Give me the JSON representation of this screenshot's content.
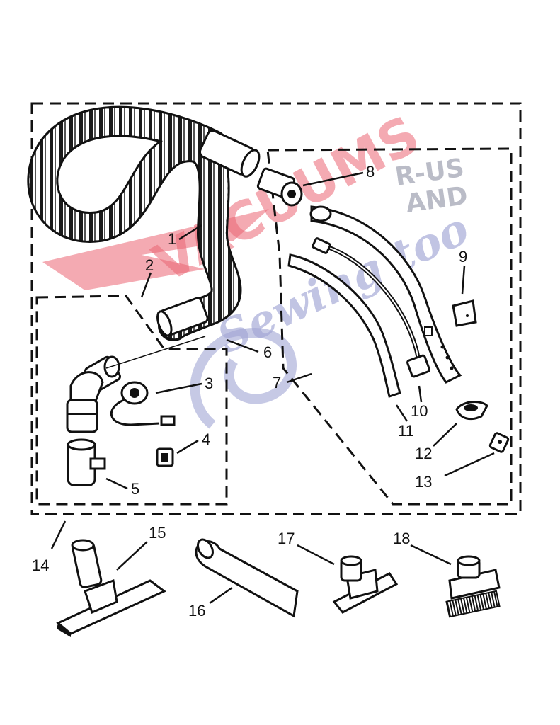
{
  "watermark": {
    "brand": "VACUUMS",
    "suffix_top": "R-US",
    "suffix_bottom": "AND",
    "script_text": "Sewing too",
    "colors": {
      "red": "#e8495a",
      "blue": "#8f94cc",
      "gray": "#aeb0bd"
    }
  },
  "line_color": "#111111",
  "parts": [
    {
      "number": "1",
      "name": "hose"
    },
    {
      "number": "2",
      "name": "hose-assembly"
    },
    {
      "number": "3",
      "name": "cord-connector"
    },
    {
      "number": "4",
      "name": "clip"
    },
    {
      "number": "5",
      "name": "swivel-cuff"
    },
    {
      "number": "6",
      "name": "hose-end"
    },
    {
      "number": "7",
      "name": "handle-assembly"
    },
    {
      "number": "8",
      "name": "hose-coupling"
    },
    {
      "number": "9",
      "name": "switch-button"
    },
    {
      "number": "10",
      "name": "switch"
    },
    {
      "number": "11",
      "name": "handle-half"
    },
    {
      "number": "12",
      "name": "clamp"
    },
    {
      "number": "13",
      "name": "latch"
    },
    {
      "number": "14",
      "name": "hose-and-handle-kit"
    },
    {
      "number": "15",
      "name": "floor-tool"
    },
    {
      "number": "16",
      "name": "crevice-tool"
    },
    {
      "number": "17",
      "name": "upholstery-tool"
    },
    {
      "number": "18",
      "name": "dusting-brush"
    }
  ]
}
